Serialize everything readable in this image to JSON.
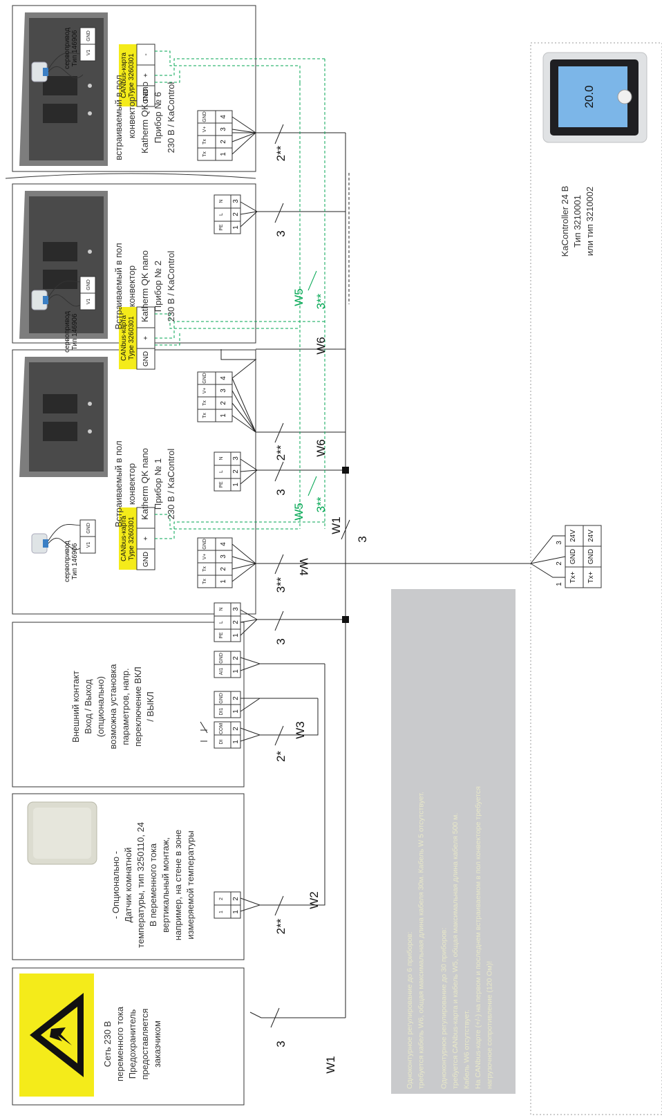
{
  "devices": {
    "mains": {
      "lines": [
        "Сеть 230 В",
        "переменного тока",
        "Предохранитель",
        "предоставляется",
        "заказчиком"
      ]
    },
    "sensor": {
      "lines": [
        "- Опционально -",
        "Датчик комнатной",
        "температуры, тип 3250110, 24",
        "В переменного тока",
        "вертикальный монтаж,",
        "например, на стене в зоне",
        "измеряемой температуры"
      ],
      "terminals": [
        "1",
        "2"
      ]
    },
    "contact": {
      "lines": [
        "Внешний контакт",
        "Вход / Выход",
        "(опционально)",
        "возможна установка",
        "параметров, напр.",
        "переключение ВКЛ",
        "/ ВЫКЛ"
      ],
      "terminals": [
        "DI",
        "COM"
      ]
    },
    "conv1": {
      "lines": [
        "Встраиваемый в пол",
        "конвектор",
        "Katherm QK nano",
        "Прибор № 1",
        "230 В / KaControl"
      ]
    },
    "conv2": {
      "lines": [
        "Встраиваемый в пол",
        "конвектор",
        "Katherm QK nano",
        "Прибор № 2",
        "230 В / KaControl"
      ]
    },
    "conv6": {
      "lines": [
        "встраиваемый в пол",
        "конвектор",
        "Katherm QK nano",
        "Прибор № 6",
        "230 В / KaControl"
      ]
    },
    "servo": {
      "line1": "сервопривод",
      "line2": "Тип 146906",
      "terminals": [
        "V1",
        "GND"
      ]
    },
    "canbus": {
      "line1": "CANbus-карта",
      "line2": "Type 3260301",
      "terminals": [
        "GND",
        "+",
        "-"
      ]
    },
    "controller": {
      "lines": [
        "KaController 24 В",
        "Тип 3210001",
        "или тип 3210002"
      ],
      "display": "20.0",
      "terminals": [
        "Tx+",
        "GND",
        "24V"
      ]
    }
  },
  "terminal_labels": {
    "power": [
      "PE",
      "L",
      "N"
    ],
    "bus": [
      "Tx",
      "Tx",
      "V+",
      "GND"
    ],
    "ai": [
      "AI1",
      "GND"
    ],
    "di": [
      "DI1",
      "GND"
    ]
  },
  "pin_numbers": [
    "1",
    "2",
    "3",
    "4"
  ],
  "cables": {
    "w1": "W1",
    "w2": "W2",
    "w3": "W3",
    "w4": "W4",
    "w5": "W5",
    "w6": "W6",
    "n3": "3",
    "n2s": "2*",
    "n2ss": "2**",
    "n3ss": "3**"
  },
  "note": {
    "lines": [
      "Одноконтурное регулирование до 6 приборов:",
      "требуется кабель W6, общая максимальная длина кабеля 30м. Кабель W 5 отсутствует.",
      "",
      "Одноконтурное регулирование до 30 приборов:",
      "требуется CANbus-карта и кабель W5, общая максимальная длина кабеля 500 м.",
      "Кабель W6 отсутствует.",
      "На CANbus-карте (+/-) на первом и последнем встраиваемом в пол конвекторе требуется",
      "нагрузочное сопротивление (120 Ом)!"
    ]
  },
  "colors": {
    "green": "#00a651",
    "yellow": "#f4eb1a",
    "note_bg": "#c9cacc",
    "line": "#222222"
  }
}
